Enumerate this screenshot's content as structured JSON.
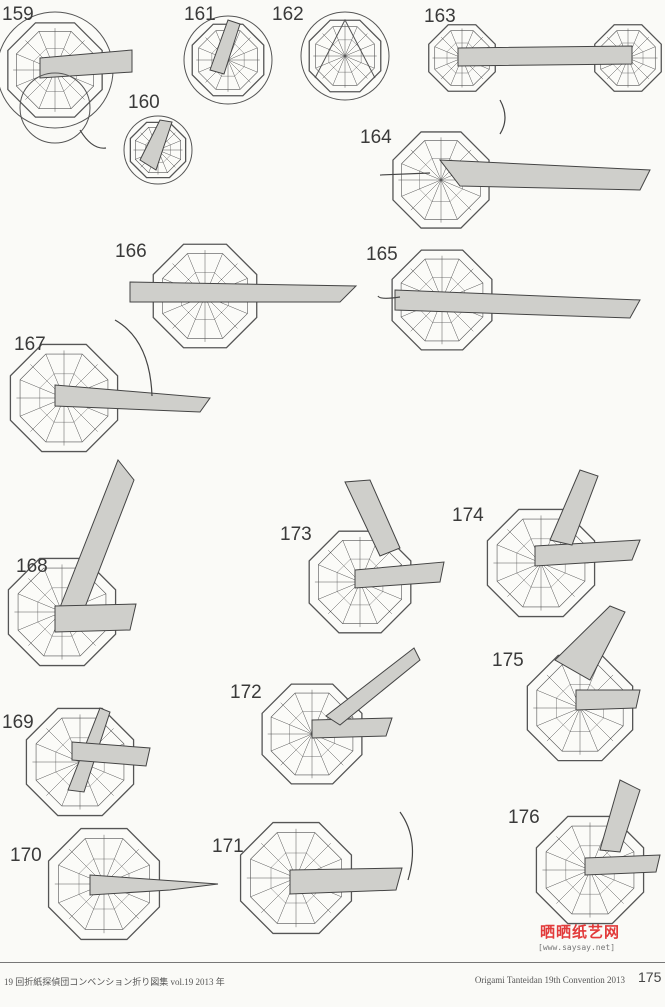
{
  "steps": [
    {
      "id": "159",
      "label": "159"
    },
    {
      "id": "160",
      "label": "160"
    },
    {
      "id": "161",
      "label": "161"
    },
    {
      "id": "162",
      "label": "162"
    },
    {
      "id": "163",
      "label": "163"
    },
    {
      "id": "164",
      "label": "164"
    },
    {
      "id": "165",
      "label": "165"
    },
    {
      "id": "166",
      "label": "166"
    },
    {
      "id": "167",
      "label": "167"
    },
    {
      "id": "168",
      "label": "168"
    },
    {
      "id": "169",
      "label": "169"
    },
    {
      "id": "170",
      "label": "170"
    },
    {
      "id": "171",
      "label": "171"
    },
    {
      "id": "172",
      "label": "172"
    },
    {
      "id": "173",
      "label": "173"
    },
    {
      "id": "174",
      "label": "174"
    },
    {
      "id": "175",
      "label": "175"
    },
    {
      "id": "176",
      "label": "176"
    }
  ],
  "footer": {
    "left_text": "19 回折紙探偵団コンベンション折り図集 vol.19 2013 年",
    "right_text": "Origami Tanteidan 19th Convention 2013",
    "page_number": "175"
  },
  "watermark": {
    "brand": "晒晒纸艺网",
    "url": "[www.saysay.net]"
  }
}
